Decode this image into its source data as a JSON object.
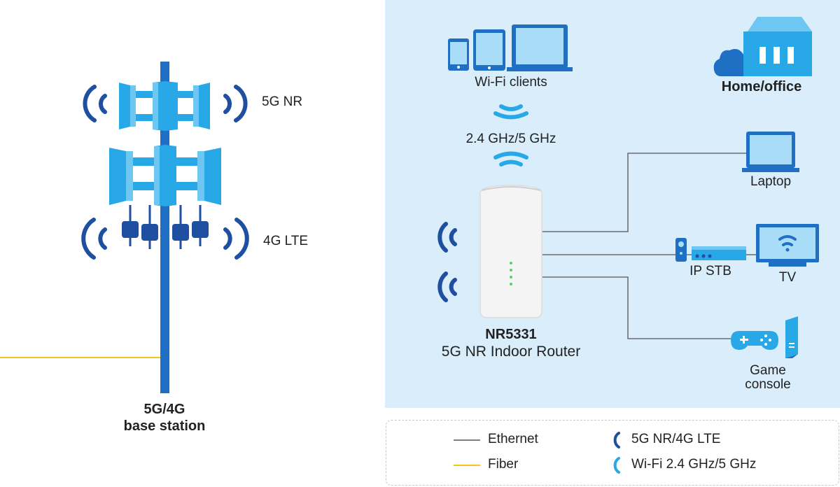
{
  "base_station": {
    "label_line1": "5G/4G",
    "label_line2": "base station",
    "antenna_5g_label": "5G NR",
    "antenna_4g_label": "4G LTE"
  },
  "home": {
    "title": "Home/office",
    "wifi_clients_label": "Wi-Fi clients",
    "wifi_band_label": "2.4 GHz/5 GHz",
    "router": {
      "model": "NR5331",
      "description": "5G NR Indoor Router"
    },
    "devices": {
      "laptop": "Laptop",
      "ip_stb": "IP STB",
      "tv": "TV",
      "game_console_line1": "Game",
      "game_console_line2": "console"
    }
  },
  "legend": {
    "ethernet": "Ethernet",
    "fiber": "Fiber",
    "cellular": "5G NR/4G LTE",
    "wifi": "Wi-Fi 2.4 GHz/5 GHz"
  },
  "colors": {
    "panel_bg": "#d9edfb",
    "dark_blue": "#1f4fa0",
    "light_blue": "#29a8e8",
    "pale_blue": "#6ec6f3",
    "fiber_yellow": "#f5c518",
    "ethernet_gray": "#555555"
  },
  "icons": [
    "cellular-wave-icon",
    "wifi-wave-icon",
    "phone-icon",
    "tablet-icon",
    "laptop-icon",
    "house-icon",
    "cloud-icon",
    "router-icon",
    "set-top-box-icon",
    "remote-icon",
    "tv-icon",
    "gamepad-icon",
    "console-tower-icon"
  ]
}
